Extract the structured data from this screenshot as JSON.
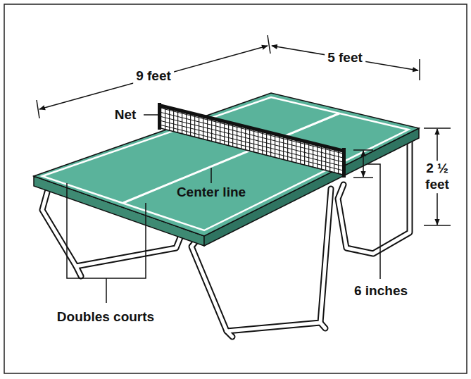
{
  "diagram": {
    "labels": [
      "9 feet",
      "5 feet",
      "Net",
      "Center line",
      "2 ½ feet",
      "6 inches",
      "Doubles courts"
    ]
  }
}
